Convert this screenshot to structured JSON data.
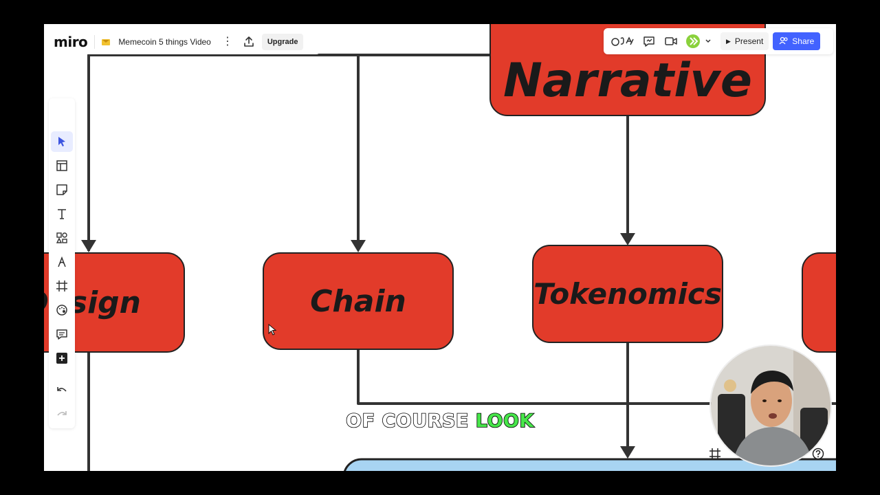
{
  "app": {
    "logo": "miro",
    "board_name": "Memecoin 5 things Video",
    "upgrade_label": "Upgrade",
    "present_label": "Present",
    "share_label": "Share",
    "accent_color": "#4262ff"
  },
  "toolbar": {
    "tools": [
      "sparkle-ai-icon",
      "select-cursor-icon",
      "templates-icon",
      "sticky-note-icon",
      "text-icon",
      "shapes-icon",
      "pen-icon",
      "frame-icon",
      "emoji-sticker-icon",
      "comment-icon",
      "add-more-icon",
      "undo-icon",
      "redo-icon"
    ]
  },
  "diagram": {
    "nodes": {
      "narrative": "Narrative",
      "design": "Design",
      "chain": "Chain",
      "tokenomics": "Tokenomics"
    },
    "node_color": "#e23b2a",
    "bottom_node_color": "#a8d4f2"
  },
  "caption": {
    "part1": "OF COURSE",
    "highlight": "LOOK"
  }
}
